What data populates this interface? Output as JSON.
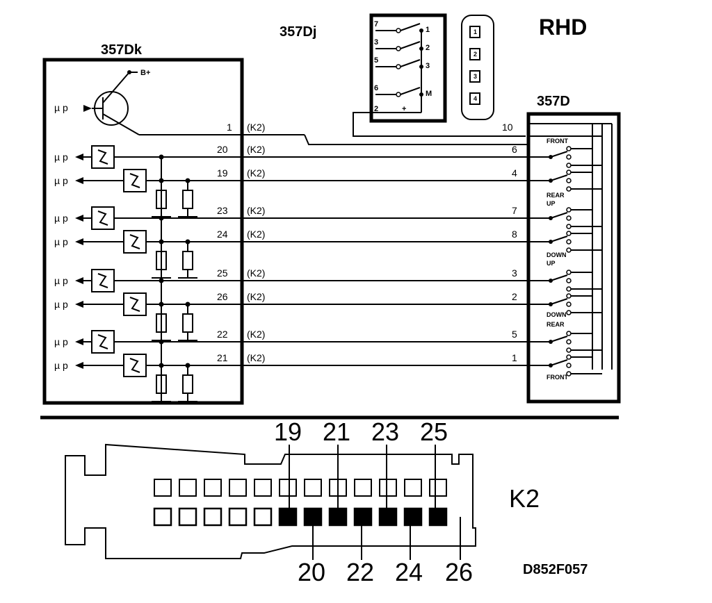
{
  "title": "RHD",
  "drawing_id": "D852F057",
  "components": {
    "ecu": {
      "name": "357Dk",
      "supply_label": "B+",
      "mp_label": "µ p",
      "input_pin": "1",
      "input_connector": "(K2)"
    },
    "mirror_switch": {
      "name": "357Dj",
      "inputs": [
        "7",
        "3",
        "5",
        "6",
        "2"
      ],
      "outputs": [
        "1",
        "2",
        "3",
        "M"
      ],
      "plus_label": "+"
    },
    "plug": {
      "pins": [
        "1",
        "2",
        "3",
        "4"
      ]
    },
    "seat_switch": {
      "name": "357D",
      "feed_pin": "10",
      "labels": [
        "FRONT",
        "REAR",
        "UP",
        "DOWN",
        "UP",
        "DOWN",
        "REAR",
        "FRONT"
      ]
    }
  },
  "lines": [
    {
      "ecu_pin": "20",
      "connector": "(K2)",
      "switch_pin": "6"
    },
    {
      "ecu_pin": "19",
      "connector": "(K2)",
      "switch_pin": "4"
    },
    {
      "ecu_pin": "23",
      "connector": "(K2)",
      "switch_pin": "7"
    },
    {
      "ecu_pin": "24",
      "connector": "(K2)",
      "switch_pin": "8"
    },
    {
      "ecu_pin": "25",
      "connector": "(K2)",
      "switch_pin": "3"
    },
    {
      "ecu_pin": "26",
      "connector": "(K2)",
      "switch_pin": "2"
    },
    {
      "ecu_pin": "22",
      "connector": "(K2)",
      "switch_pin": "5"
    },
    {
      "ecu_pin": "21",
      "connector": "(K2)",
      "switch_pin": "1"
    }
  ],
  "connector_k2": {
    "name": "K2",
    "top_pins": [
      "19",
      "21",
      "23",
      "25"
    ],
    "bottom_pins": [
      "20",
      "22",
      "24",
      "26"
    ]
  }
}
